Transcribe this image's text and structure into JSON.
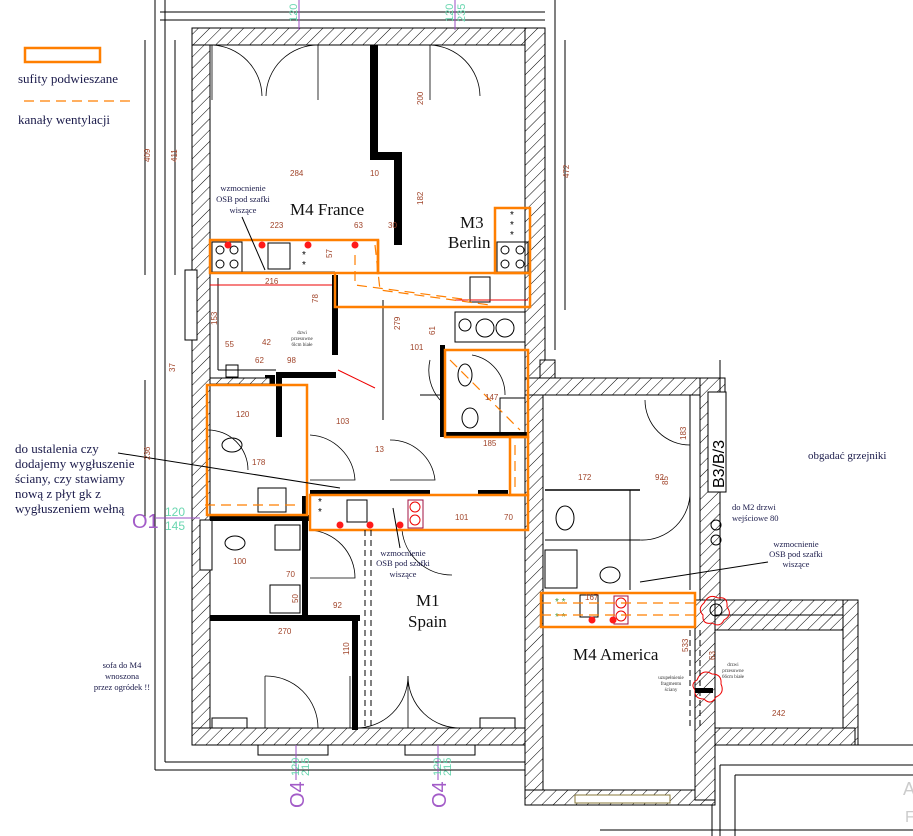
{
  "legend": {
    "suspended_ceiling": "sufity podwieszane",
    "ventilation_ducts": "kanały wentylacji"
  },
  "rooms": {
    "france": "M4 France",
    "berlin_code": "M3",
    "berlin_name": "Berlin",
    "spain_code": "M1",
    "spain_name": "Spain",
    "america": "M4 America"
  },
  "notes": {
    "osb_france": [
      "wzmocnienie",
      "OSB pod szafki",
      "wiszące"
    ],
    "osb_spain": [
      "wzmocnienie",
      "OSB pod szafki",
      "wiszące"
    ],
    "osb_america": [
      "wzmocnienie",
      "OSB pod szafki",
      "wiszące"
    ],
    "soundproof": [
      "do ustalenia czy",
      "dodajemy wygłuszenie",
      "ściany, czy stawiamy",
      "nową z płyt gk z",
      "wygłuszeniem wełną"
    ],
    "sofa": [
      "sofa do M4",
      "wnoszona",
      "przez ogródek !!"
    ],
    "radiators": "obgadać grzejniki",
    "m2_door": [
      "do M2 drzwi",
      "wejściowe 80"
    ],
    "sliding_door_france": [
      "dzwi",
      "przesuwne",
      "6lcm białe"
    ],
    "sliding_door_america": [
      "drzwi",
      "przesuwne",
      "66cm białe"
    ],
    "wall_fill": [
      "uzupełnienie",
      "fragmentu",
      "ściany"
    ],
    "stair_code": "B3/B/3",
    "corner_letters": [
      "A",
      "F"
    ]
  },
  "windows": {
    "o1": {
      "label": "O1",
      "width": "120",
      "height": "145"
    },
    "o4_left": {
      "label": "O4",
      "width": "120",
      "height": "215"
    },
    "o4_right": {
      "label": "O4",
      "width": "120",
      "height": "215"
    },
    "top_left": {
      "width": "120"
    },
    "top_right": {
      "width": "120",
      "height": "235"
    }
  },
  "dimensions": [
    "284",
    "10",
    "223",
    "63",
    "30",
    "57",
    "216",
    "200",
    "182",
    "472",
    "411",
    "409",
    "279",
    "101",
    "153",
    "55",
    "42",
    "62",
    "98",
    "185",
    "172",
    "92",
    "120",
    "178",
    "103",
    "101",
    "70",
    "167",
    "270",
    "92",
    "110",
    "242",
    "533",
    "236",
    "37",
    "100",
    "70",
    "50",
    "78",
    "61",
    "13",
    "147",
    "183",
    "85",
    "63"
  ],
  "colors": {
    "ceiling_outline": "#ff7f00",
    "dimension_text": "#a0442a",
    "window_label": "#a35cc8",
    "window_size": "#6ad6b0",
    "outlet": "#ff1a1a"
  }
}
